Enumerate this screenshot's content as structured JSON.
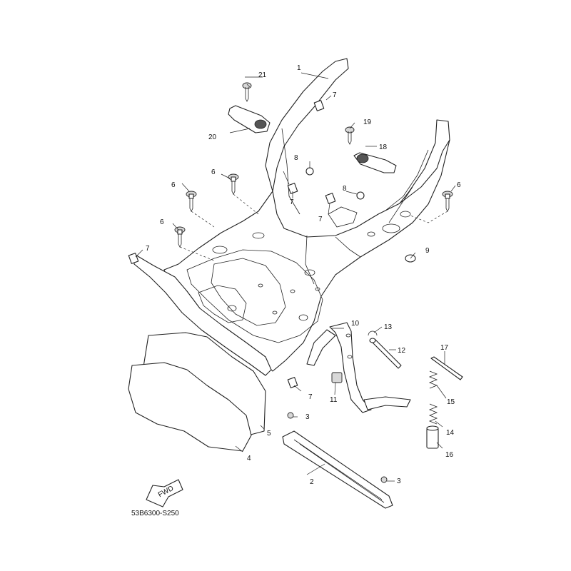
{
  "diagram": {
    "callouts": [
      "1",
      "2",
      "3",
      "3",
      "4",
      "5",
      "6",
      "6",
      "6",
      "6",
      "7",
      "7",
      "7",
      "7",
      "7",
      "8",
      "8",
      "9",
      "10",
      "11",
      "12",
      "13",
      "14",
      "15",
      "16",
      "17",
      "18",
      "19",
      "20",
      "21"
    ],
    "fwd_label": "FWD",
    "code": "53B6300-S250"
  }
}
